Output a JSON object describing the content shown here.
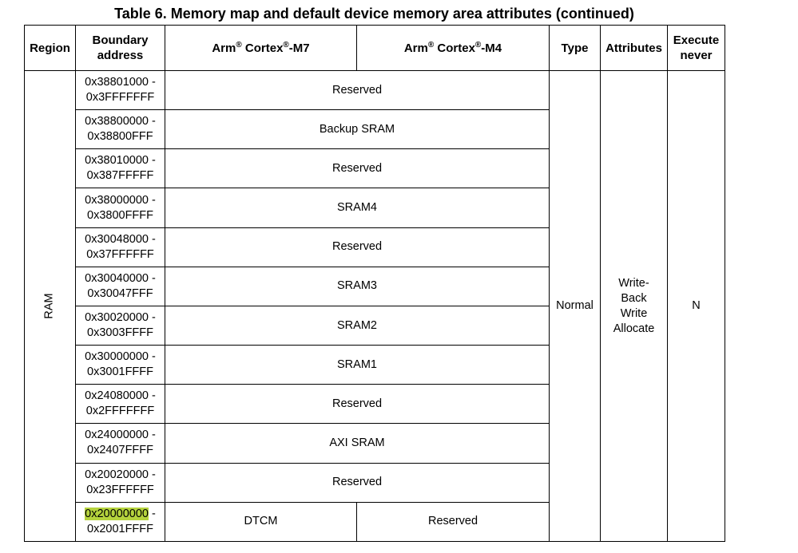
{
  "caption": "Table 6. Memory map and default device memory area attributes (continued)",
  "headers": {
    "region": "Region",
    "boundary_1": "Boundary",
    "boundary_2": "address",
    "m7_prefix": "Arm",
    "m7_mid": "Cortex",
    "m7_suffix": "-M7",
    "m4_prefix": "Arm",
    "m4_mid": "Cortex",
    "m4_suffix": "-M4",
    "registered": "®",
    "type": "Type",
    "attributes": "Attributes",
    "execute_1": "Execute",
    "execute_2": "never"
  },
  "region": "RAM",
  "type": "Normal",
  "attributes": [
    "Write-",
    "Back",
    "Write",
    "Allocate"
  ],
  "execute_never": "N",
  "rows": [
    {
      "start": "0x38801000 -",
      "end": "0x3FFFFFFF",
      "area": "Reserved"
    },
    {
      "start": "0x38800000 -",
      "end": "0x38800FFF",
      "area": "Backup SRAM"
    },
    {
      "start": "0x38010000 -",
      "end": "0x387FFFFF",
      "area": "Reserved"
    },
    {
      "start": "0x38000000 -",
      "end": "0x3800FFFF",
      "area": "SRAM4"
    },
    {
      "start": "0x30048000 -",
      "end": "0x37FFFFFF",
      "area": "Reserved"
    },
    {
      "start": "0x30040000 -",
      "end": "0x30047FFF",
      "area": "SRAM3"
    },
    {
      "start": "0x30020000 -",
      "end": "0x3003FFFF",
      "area": "SRAM2"
    },
    {
      "start": "0x30000000 -",
      "end": "0x3001FFFF",
      "area": "SRAM1"
    },
    {
      "start": "0x24080000 -",
      "end": "0x2FFFFFFF",
      "area": "Reserved"
    },
    {
      "start": "0x24000000 -",
      "end": "0x2407FFFF",
      "area": "AXI SRAM"
    },
    {
      "start": "0x20020000 -",
      "end": "0x23FFFFFF",
      "area": "Reserved"
    }
  ],
  "last_row": {
    "start_highlighted": "0x20000000",
    "start_suffix": " -",
    "end": "0x2001FFFF",
    "m7": "DTCM",
    "m4": "Reserved",
    "highlight_color": "#b5d33d"
  }
}
